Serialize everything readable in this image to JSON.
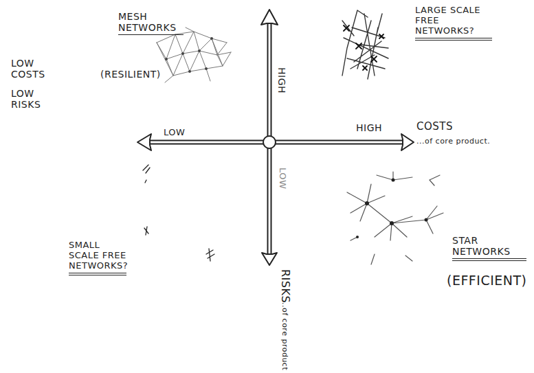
{
  "diagram": {
    "labels": [
      "MESH NETWORKS",
      "LOW COSTS",
      "LOW RISKS",
      "(RESILIENT)",
      "LARGE SCALE FREE NETWORKS?",
      "HIGH",
      "HIGH",
      "COSTS",
      "...of core product.",
      "LOW",
      "LOW",
      "RISKS",
      "...of core product",
      "SMALL SCALE FREE NETWORKS?",
      "STAR NETWORKS",
      "(EFFICIENT)"
    ]
  }
}
